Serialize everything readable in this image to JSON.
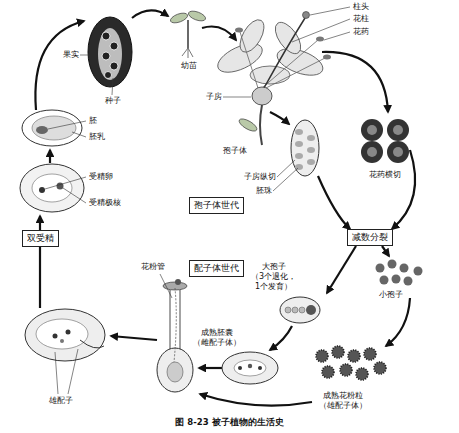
{
  "diagram": {
    "caption": "图 8-23 被子植物的生活史",
    "nodes": [
      {
        "text": [
          "孢子体世代"
        ]
      },
      {
        "text": [
          "配子体世代"
        ]
      },
      {
        "text": [
          "双受精"
        ]
      },
      {
        "text": [
          "减数分裂"
        ]
      }
    ],
    "labels": [
      "柱头",
      "花柱",
      "花药",
      "幼苗",
      "果实",
      "种子",
      "子房",
      "孢子体",
      "子房纵切",
      "胚珠",
      "花药横切",
      "胚",
      "胚乳",
      "受精卵",
      "受精极核",
      "大孢子 （3个退化，1个发育）",
      "小孢子",
      "花粉管",
      "成熟胚囊 （雌配子体）",
      "成熟花粉粒 （雄配子体）",
      "雄配子"
    ]
  }
}
